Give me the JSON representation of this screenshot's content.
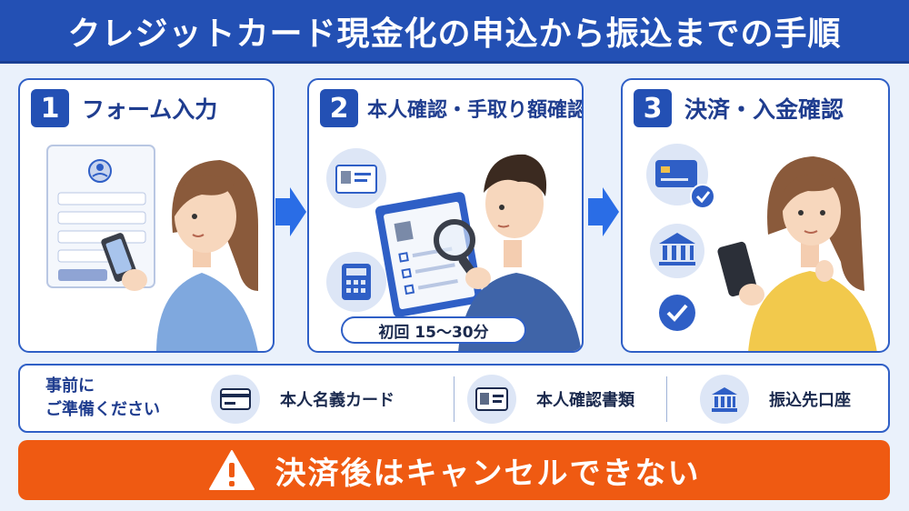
{
  "title": "クレジットカード現金化の申込から振込までの手順",
  "steps": [
    {
      "number": "1",
      "label": "フォーム入力"
    },
    {
      "number": "2",
      "label": "本人確認・手取り額確認",
      "badge": "初回 15〜30分"
    },
    {
      "number": "3",
      "label": "決済・入金確認"
    }
  ],
  "prep": {
    "label_line1": "事前に",
    "label_line2": "ご準備ください",
    "items": [
      {
        "text": "本人名義カード",
        "icon": "credit-card-icon"
      },
      {
        "text": "本人確認書類",
        "icon": "id-card-icon"
      },
      {
        "text": "振込先口座",
        "icon": "bank-icon"
      }
    ]
  },
  "warning": {
    "text": "決済後はキャンセルできない",
    "icon": "warning-triangle-icon"
  },
  "colors": {
    "primary": "#2350b4",
    "accent": "#ef5a12",
    "background": "#eaf1fb"
  }
}
